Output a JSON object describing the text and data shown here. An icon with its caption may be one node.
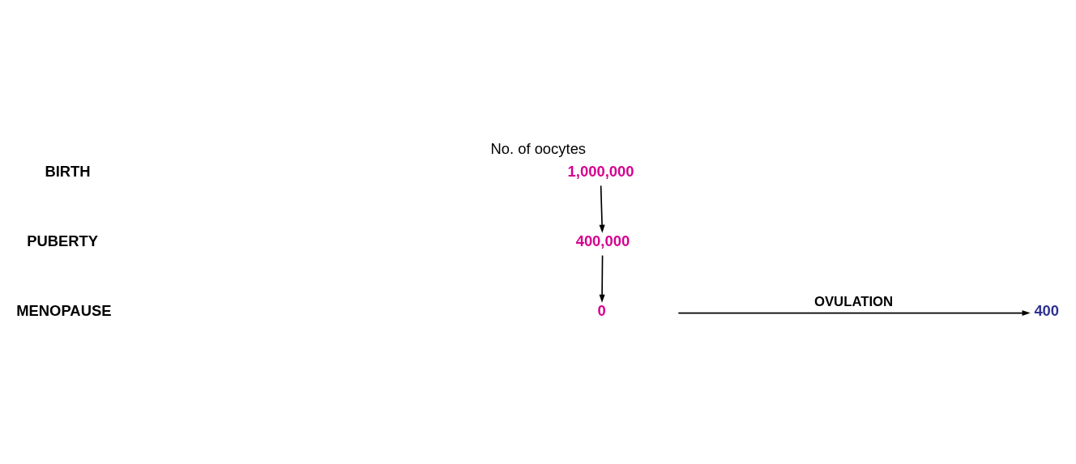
{
  "diagram": {
    "title": "No. of oocytes",
    "nodes": [
      {
        "text": [
          "1,000,000"
        ]
      },
      {
        "text": [
          "400,000"
        ]
      },
      {
        "text": [
          "0"
        ]
      },
      {
        "text": [
          "400"
        ]
      }
    ],
    "edges": [
      {
        "from": 0,
        "to": 1,
        "arrow": "to"
      },
      {
        "from": 1,
        "to": 2,
        "arrow": "to"
      },
      {
        "from": null,
        "to": 3,
        "arrow": "to",
        "label": "OVULATION"
      }
    ],
    "labels": [
      "BIRTH",
      "PUBERTY",
      "MENOPAUSE"
    ]
  }
}
